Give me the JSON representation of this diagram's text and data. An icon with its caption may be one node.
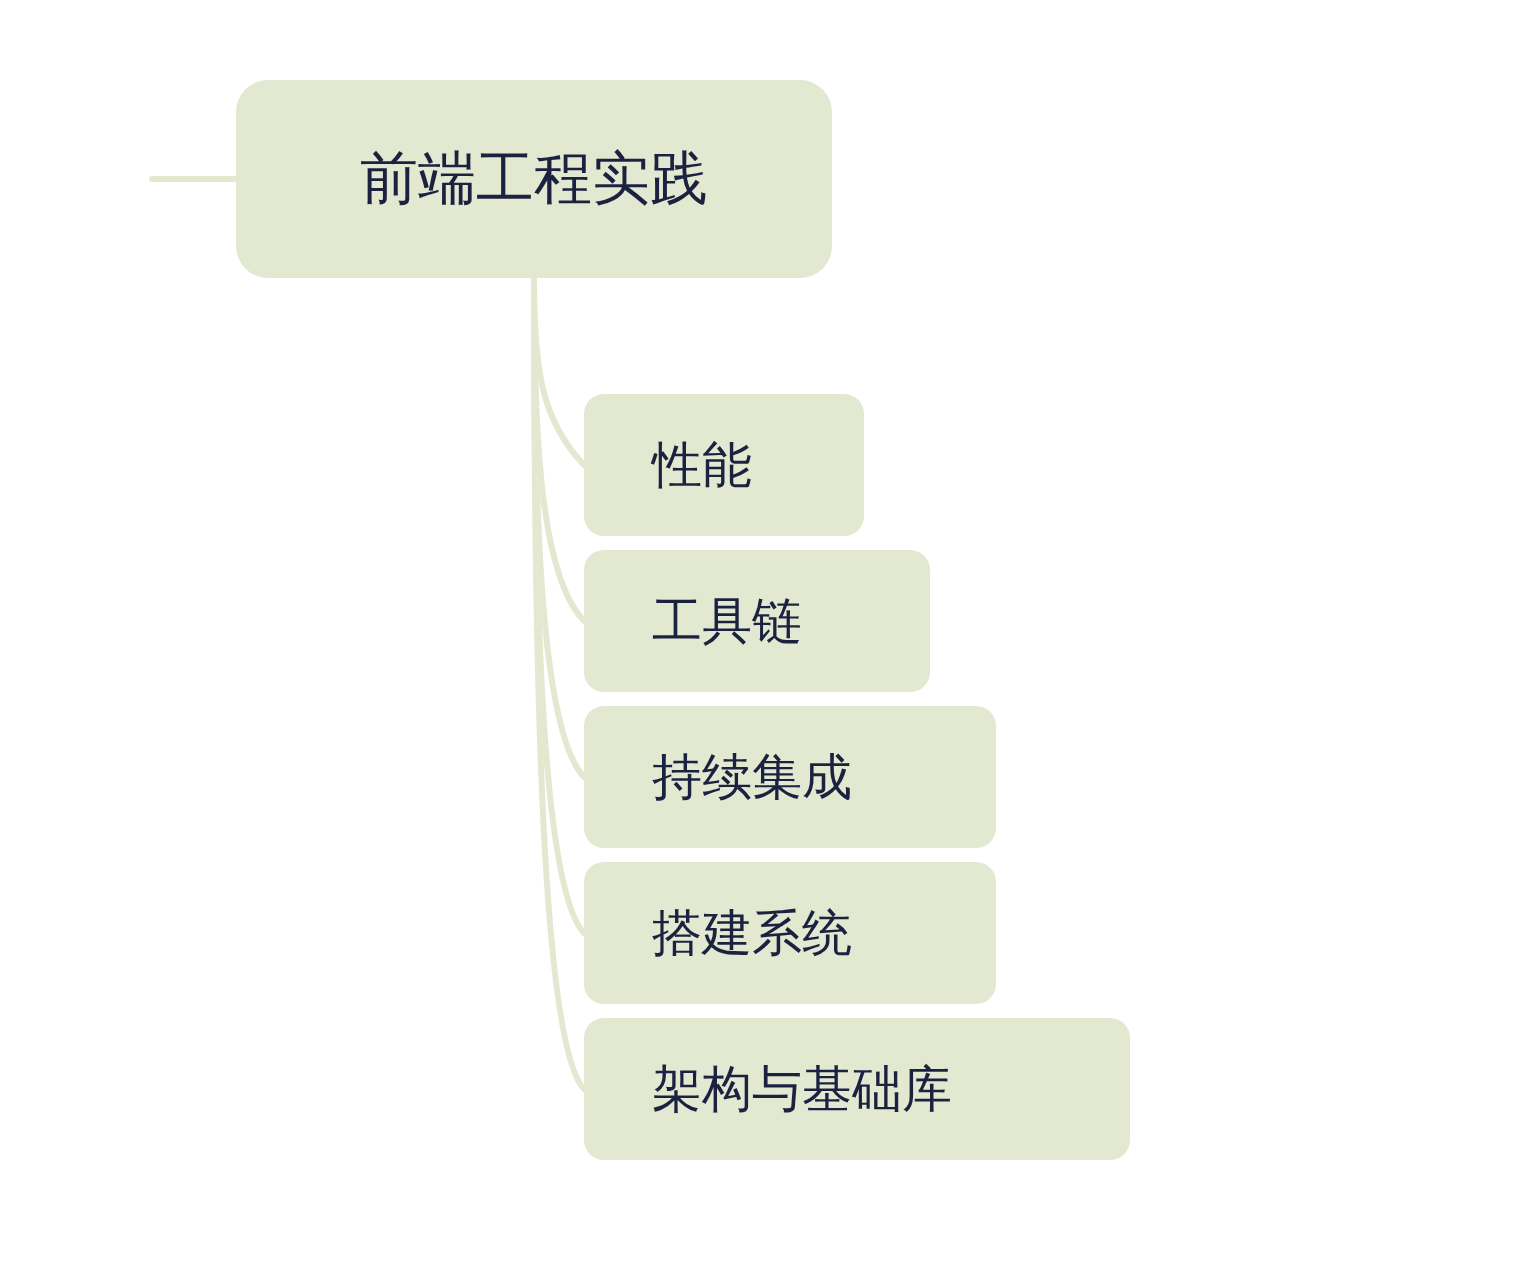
{
  "diagram": {
    "nodes": [
      {
        "text": [
          "前端工程实践"
        ]
      },
      {
        "text": [
          "性能"
        ]
      },
      {
        "text": [
          "工具链"
        ]
      },
      {
        "text": [
          "持续集成"
        ]
      },
      {
        "text": [
          "搭建系统"
        ]
      },
      {
        "text": [
          "架构与基础库"
        ]
      }
    ],
    "edges": [
      {
        "from": null,
        "to": 0,
        "arrow": "none"
      },
      {
        "from": 0,
        "to": 1,
        "arrow": "none"
      },
      {
        "from": 0,
        "to": 2,
        "arrow": "none"
      },
      {
        "from": 0,
        "to": 3,
        "arrow": "none"
      },
      {
        "from": 0,
        "to": 4,
        "arrow": "none"
      },
      {
        "from": 0,
        "to": 5,
        "arrow": "none"
      }
    ]
  }
}
